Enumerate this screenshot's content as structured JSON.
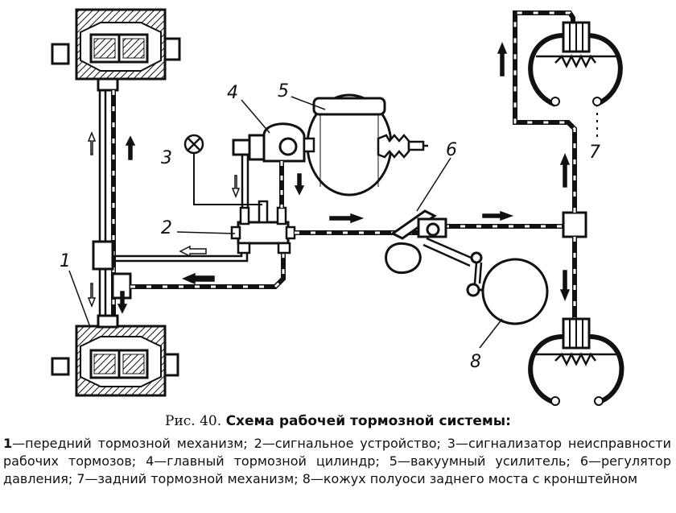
{
  "labels": {
    "l1": "1",
    "l2": "2",
    "l3": "3",
    "l4": "4",
    "l5": "5",
    "l6": "6",
    "l7": "7",
    "l8": "8"
  },
  "caption": {
    "prefix": "Рис. 40.",
    "title": "Схема рабочей тормозной системы:"
  },
  "legend": {
    "first_num": "1",
    "text": "—передний тормозной механизм; 2—сигнальное устройство; 3—сигнализатор неисправности рабочих тормозов; 4—главный тормозной цилиндр; 5—вакуумный усилитель; 6—регулятор давления; 7—задний тормозной механизм; 8—кожух полуоси заднего моста с кронштейном"
  }
}
